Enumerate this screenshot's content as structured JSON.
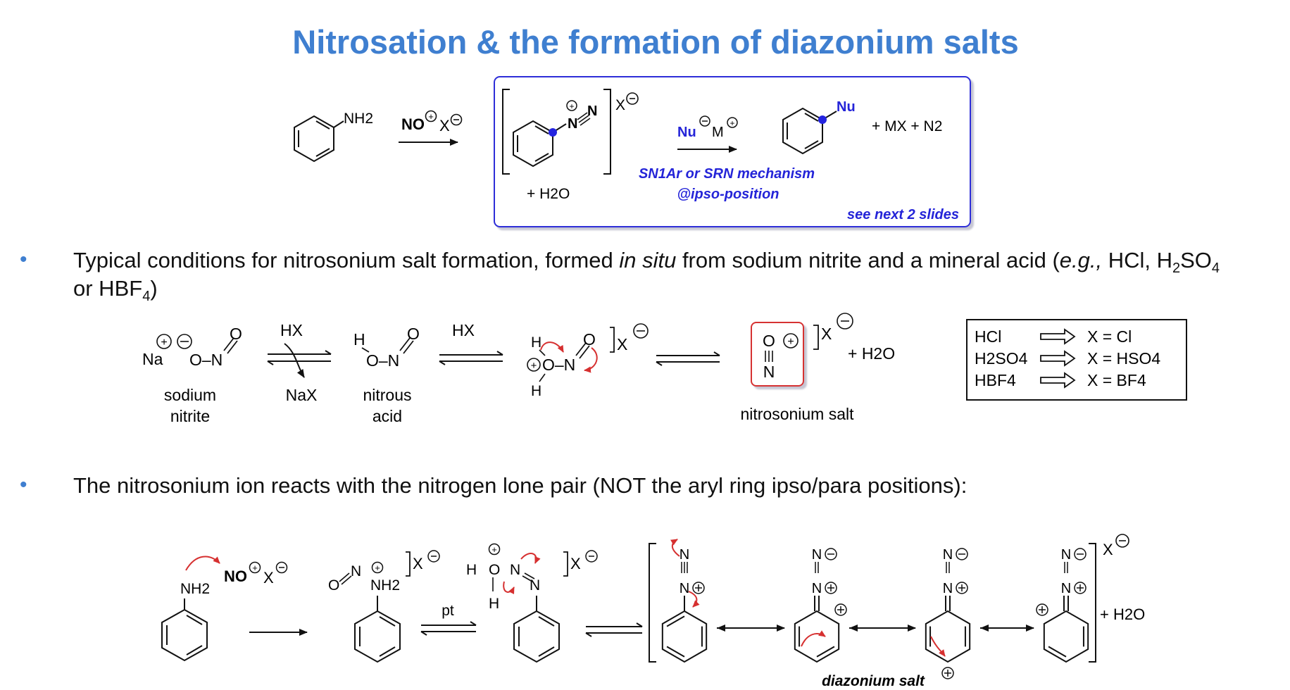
{
  "title": "Nitrosation & the formation of diazonium salts",
  "top_scheme": {
    "reagent": "NO",
    "reagent_counterion": "X",
    "nh2": "NH2",
    "diazonium_n": "N",
    "diazonium_nn": "N",
    "bracket_counterion": "X",
    "water": "+ H2O",
    "nucleophile": "Nu",
    "metal": "M",
    "mechanism_line1": "SN1Ar or SRN mechanism",
    "mechanism_line2": "@ipso-position",
    "product_nu": "Nu",
    "byproducts": "+ MX + N2",
    "see_next": "see next 2 slides"
  },
  "bullet1": {
    "line1_a": "Typical conditions for nitrosonium salt formation, formed ",
    "line1_italic": "in situ",
    "line1_b": " from sodium nitrite and a mineral acid (",
    "line1_eg": "e.g.,",
    "line1_c": " HCl, H",
    "line1_sub2": "2",
    "line1_d": "SO",
    "line1_sub4": "4",
    "line2_a": "or HBF",
    "line2_sub4": "4",
    "line2_b": ")"
  },
  "scheme2": {
    "na": "Na",
    "o_n": "O–N",
    "o_top": "O",
    "sodium_nitrite_1": "sodium",
    "sodium_nitrite_2": "nitrite",
    "hx1": "HX",
    "nax": "NaX",
    "h_nitrous": "H",
    "nitrous_1": "nitrous",
    "nitrous_2": "acid",
    "hx2": "HX",
    "nitrosonium_label": "nitrosonium salt",
    "water": "+ H2O",
    "acid_table": [
      {
        "acid": "HCl",
        "result": "X = Cl"
      },
      {
        "acid": "H2SO4",
        "result": "X = HSO4"
      },
      {
        "acid": "HBF4",
        "result": "X = BF4"
      }
    ]
  },
  "bullet2": "The nitrosonium ion reacts with the nitrogen lone pair (NOT the aryl ring ipso/para positions):",
  "scheme3": {
    "nh2": "NH2",
    "reagent": "NO",
    "pt": "pt",
    "water": "+ H2O",
    "diazonium_label": "diazonium salt"
  },
  "colors": {
    "title": "#3f7fd0",
    "box_border": "#2f2fd8",
    "mechanism_text": "#2424d8",
    "arrow_red": "#d63030",
    "nitrosonium_box": "#d63030",
    "ipso_dot": "#2424e0"
  }
}
